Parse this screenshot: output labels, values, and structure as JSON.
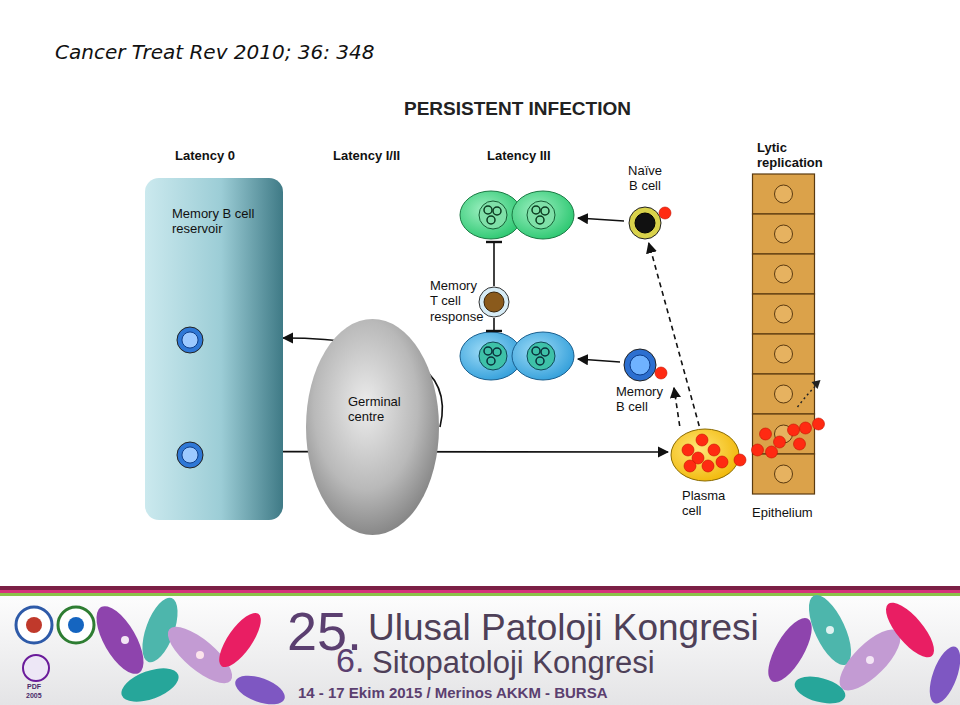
{
  "diagram": {
    "title": "PERSISTENT INFECTION",
    "nodes": [
      {
        "text": [
          "Memory B cell reservoir"
        ]
      },
      {
        "text": [
          "Germinal centre"
        ]
      },
      {
        "text": [
          "Memory T cell response"
        ]
      },
      {
        "text": [
          "Naïve B cell"
        ]
      },
      {
        "text": [
          "Memory B cell"
        ]
      },
      {
        "text": [
          "Plasma cell"
        ]
      },
      {
        "text": [
          "Epithelium"
        ]
      }
    ],
    "edges": [
      {
        "from": 0,
        "to": 5,
        "arrow": "to"
      },
      {
        "from": 1,
        "to": 0,
        "arrow": "to"
      },
      {
        "from": 5,
        "to": 3,
        "arrow": "to"
      },
      {
        "from": 5,
        "to": 4,
        "arrow": "to"
      }
    ],
    "labels": [
      "Cancer Treat Rev 2010; 36: 348",
      "Latency 0",
      "Latency I/II",
      "Latency III",
      "Lytic replication",
      "25.",
      "Ulusal Patoloji Kongresi",
      "6.",
      "Sitopatoloji Kongresi",
      "14 - 17 Ekim 2015 / Merinos AKKM - BURSA",
      "PDF",
      "2005"
    ]
  }
}
